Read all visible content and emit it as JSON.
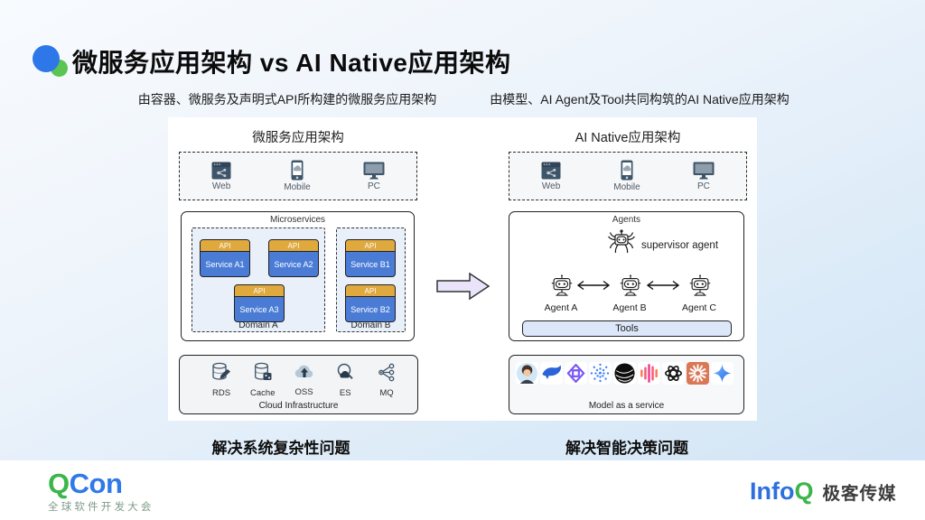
{
  "title": "微服务应用架构 vs AI Native应用架构",
  "subtitles": {
    "left": "由容器、微服务及声明式API所构建的微服务应用架构",
    "right": "由模型、AI Agent及Tool共同构筑的AI Native应用架构"
  },
  "left": {
    "title": "微服务应用架构",
    "clients": [
      "Web",
      "Mobile",
      "PC"
    ],
    "micro": {
      "title": "Microservices",
      "api": "API",
      "domain_a": {
        "label": "Domain A",
        "services": [
          "Service A1",
          "Service A2",
          "Service A3"
        ]
      },
      "domain_b": {
        "label": "Domain B",
        "services": [
          "Service B1",
          "Service B2"
        ]
      }
    },
    "infra": {
      "label": "Cloud Infrastructure",
      "items": [
        "RDS",
        "Cache",
        "OSS",
        "ES",
        "MQ"
      ]
    },
    "caption": "解决系统复杂性问题"
  },
  "right": {
    "title": "AI Native应用架构",
    "clients": [
      "Web",
      "Mobile",
      "PC"
    ],
    "agents": {
      "title": "Agents",
      "supervisor": "supervisor agent",
      "list": [
        "Agent A",
        "Agent B",
        "Agent C"
      ],
      "tools": "Tools"
    },
    "models": {
      "label": "Model as a service",
      "items": [
        "digital-human",
        "deepseek-whale",
        "qwen-knot",
        "snowflake-dots",
        "dark-sphere",
        "sound-wave",
        "openai-knot",
        "claude-starburst",
        "gemini-star"
      ]
    },
    "caption": "解决智能决策问题"
  },
  "footer": {
    "qcon": {
      "q": "Q",
      "con": "Con",
      "subtitle": "全球软件开发大会"
    },
    "infoq": {
      "info": "Info",
      "q": "Q",
      "media": "极客传媒"
    }
  },
  "colors": {
    "api_header": "#dfa93d",
    "service_body": "#4a7cd6",
    "domain_bg": "#e9f0fa",
    "tools_bar": "#dce8fa",
    "arrow_fill": "#e9e4fa",
    "qcon_green": "#3cb54a",
    "qcon_blue": "#3079e8",
    "infoq_blue": "#2e6fe0",
    "claude_orange": "#d97757",
    "icon_navy": "#3e5468"
  }
}
